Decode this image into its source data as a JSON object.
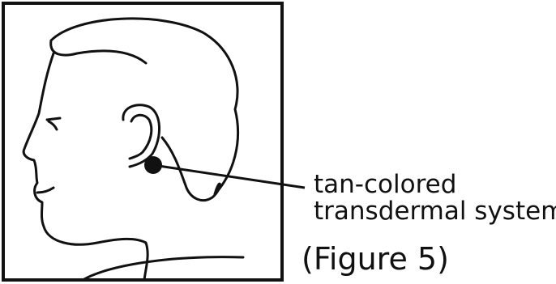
{
  "callout": {
    "line1": "tan-colored",
    "line2": "transdermal system"
  },
  "caption": "(Figure 5)",
  "colors": {
    "ink": "#111111",
    "background": "#ffffff"
  },
  "icons": {
    "head": "head-profile-icon",
    "patch": "patch-dot-icon"
  }
}
